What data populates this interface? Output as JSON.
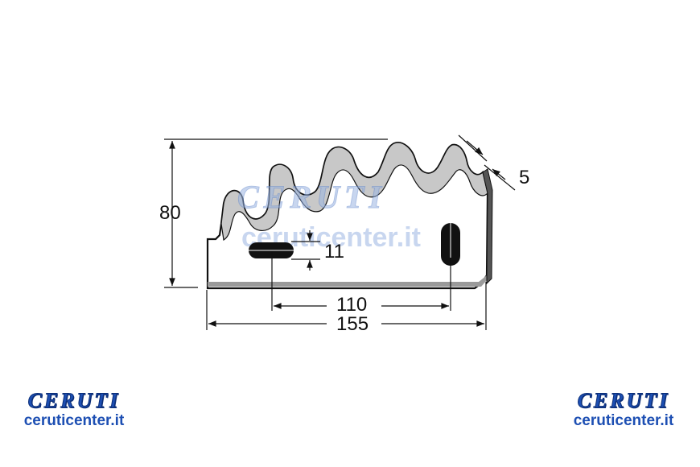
{
  "dimensions": {
    "height": "80",
    "length": "155",
    "hole_spacing": "110",
    "slot_width": "11",
    "thickness": "5"
  },
  "watermark": {
    "brand": "CERUTI",
    "site": "ceruticenter.it"
  },
  "logos": {
    "left": {
      "brand": "CERUTI",
      "site": "ceruticenter.it"
    },
    "right": {
      "brand": "CERUTI",
      "site": "ceruticenter.it"
    }
  },
  "colors": {
    "brand_blue": "#1d4fb3",
    "line": "#111111",
    "blade_fill": "#c8c8c8"
  }
}
